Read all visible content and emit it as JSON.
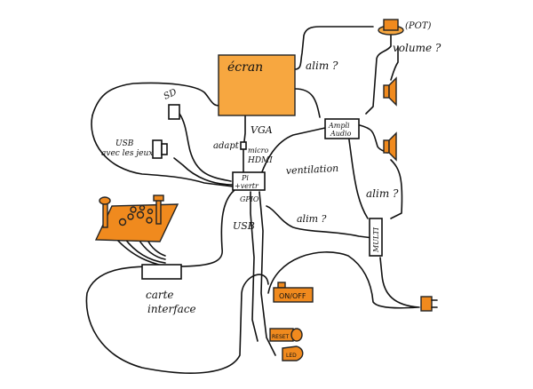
{
  "diagram": {
    "title": "",
    "colors": {
      "ink": "#111111",
      "component_fill": "#f08a1e",
      "background": "#ffffff"
    },
    "nodes": {
      "ecran": {
        "label": "écran"
      },
      "pot": {
        "label": "(POT)"
      },
      "pi": {
        "label_line1": "Pi",
        "label_line2": "+vertr",
        "sub_label": "GPIO"
      },
      "ampli": {
        "label_line1": "Ampli",
        "label_line2": "Audio"
      },
      "multi": {
        "label": "MULTI"
      },
      "sd": {
        "label": "SD"
      },
      "usb_jeux": {
        "label_line1": "USB",
        "label_line2": "avec les jeux"
      },
      "adapt": {
        "label": "adapt"
      },
      "carte": {
        "label_line1": "carte",
        "label_line2": "interface"
      },
      "onoff": {
        "label": "ON/OFF"
      },
      "reset": {
        "label": "RESET"
      },
      "led": {
        "label": "LED"
      }
    },
    "edge_labels": {
      "vga": "VGA",
      "micro_hdmi_1": "micro",
      "micro_hdmi_2": "HDMI",
      "alim_ecran": "alim ?",
      "volume": "volume ?",
      "ventilation": "ventilation",
      "alim_ampli": "alim ?",
      "alim_pi": "alim ?",
      "usb": "USB"
    }
  }
}
